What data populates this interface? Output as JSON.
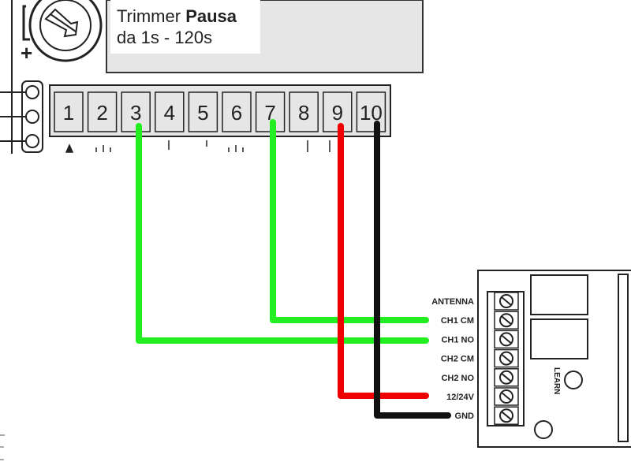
{
  "trimmer": {
    "label_prefix": "Trimmer",
    "label_bold": "Pausa",
    "range": "da 1s - 120s",
    "polarity": "+"
  },
  "terminal_block": {
    "numbers": [
      "1",
      "2",
      "3",
      "4",
      "5",
      "6",
      "7",
      "8",
      "9",
      "10"
    ]
  },
  "receiver": {
    "pins": [
      "ANTENNA",
      "CH1 CM",
      "CH1 NO",
      "CH2 CM",
      "CH2 NO",
      "12/24V",
      "GND"
    ],
    "learn_label": "LEARN"
  },
  "wires": [
    {
      "from": "7",
      "to": "CH1 CM",
      "color": "#22ee22"
    },
    {
      "from": "3",
      "to": "CH1 NO",
      "color": "#22ee22"
    },
    {
      "from": "9",
      "to": "12/24V",
      "color": "#ee0000"
    },
    {
      "from": "10",
      "to": "GND",
      "color": "#111111"
    }
  ],
  "colors": {
    "panel_gray": "#e6e6e6",
    "wire_green": "#22ee22",
    "wire_red": "#ee0000",
    "wire_black": "#111111"
  }
}
